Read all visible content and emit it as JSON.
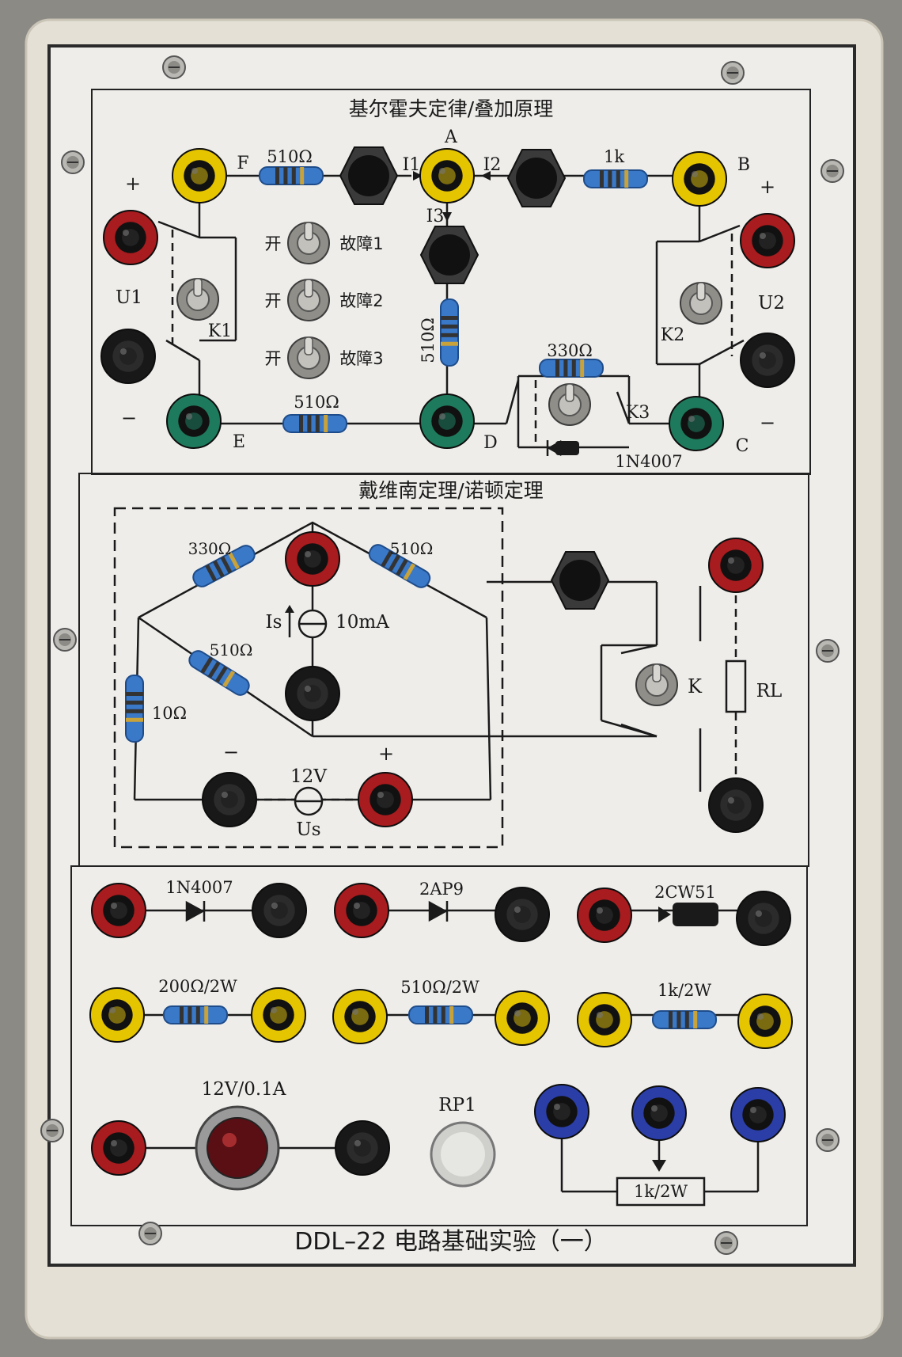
{
  "board": {
    "model_title": "DDL–22 电路基础实验（一）",
    "colors": {
      "frame": "#e2ddd0",
      "panel": "#ecebe8",
      "red": "#a81b1e",
      "yellow": "#e5c400",
      "black": "#181818",
      "green": "#1e7a5c",
      "blue": "#2b3ea8",
      "resistor": "#3a78c8"
    }
  },
  "kirchhoff": {
    "title": "基尔霍夫定律/叠加原理",
    "nodes": {
      "A": "A",
      "B": "B",
      "C": "C",
      "D": "D",
      "E": "E",
      "F": "F"
    },
    "currents": {
      "i1": "I1",
      "i2": "I2",
      "i3": "I3"
    },
    "resistors": {
      "fa": "510Ω",
      "ab": "1k",
      "ad": "510Ω",
      "ed": "510Ω",
      "dc": "330Ω"
    },
    "diode": "1N4007",
    "sources": {
      "u1": "U1",
      "u2": "U2"
    },
    "switches": {
      "k1": "K1",
      "k2": "K2",
      "k3": "K3"
    },
    "faults": [
      {
        "open": "开",
        "label": "故障1"
      },
      {
        "open": "开",
        "label": "故障2"
      },
      {
        "open": "开",
        "label": "故障3"
      }
    ],
    "plus": "+",
    "minus": "−"
  },
  "thevenin": {
    "title": "戴维南定理/诺顿定理",
    "resistors": {
      "r1": "330Ω",
      "r2": "510Ω",
      "r3": "510Ω",
      "r4": "10Ω"
    },
    "current_source": {
      "name": "Is",
      "value": "10mA"
    },
    "voltage_source": {
      "name": "Us",
      "value": "12V"
    },
    "switch": "K",
    "load": "RL"
  },
  "components": {
    "diodes": [
      "1N4007",
      "2AP9",
      "2CW51"
    ],
    "power_resistors": [
      "200Ω/2W",
      "510Ω/2W",
      "1k/2W"
    ],
    "lamp": "12V/0.1A",
    "potentiometer": "RP1",
    "pot_rating": "1k/2W"
  }
}
